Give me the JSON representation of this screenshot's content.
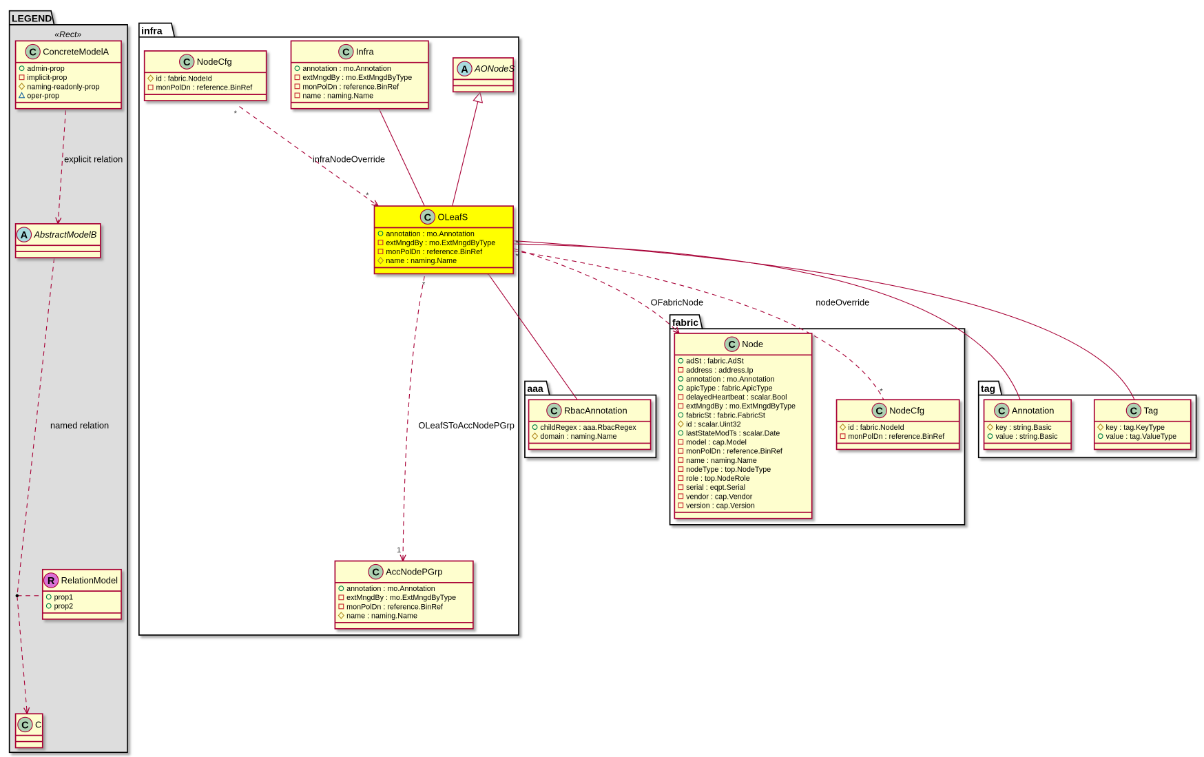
{
  "legend": {
    "title": "LEGEND",
    "stereotype": "«Rect»",
    "classes": {
      "concrete": {
        "kind": "C",
        "name": "ConcreteModelA",
        "attributes": [
          {
            "vis": "+",
            "text": "admin-prop"
          },
          {
            "vis": "-",
            "text": "implicit-prop"
          },
          {
            "vis": "#",
            "text": "naming-readonly-prop"
          },
          {
            "vis": "~",
            "text": "oper-prop"
          }
        ]
      },
      "abstract": {
        "kind": "A",
        "name": "AbstractModelB",
        "attributes": []
      },
      "relation": {
        "kind": "R",
        "name": "RelationModel",
        "attributes": [
          {
            "vis": "+",
            "text": "prop1"
          },
          {
            "vis": "+",
            "text": "prop2"
          }
        ]
      },
      "c": {
        "kind": "C",
        "name": "C",
        "attributes": []
      }
    },
    "edge_labels": {
      "explicit": "explicit relation",
      "named": "named relation"
    }
  },
  "packages": {
    "infra": "infra",
    "aaa": "aaa",
    "fabric": "fabric",
    "tag": "tag"
  },
  "classes": {
    "infraNodeCfg": {
      "kind": "C",
      "name": "NodeCfg",
      "attributes": [
        {
          "vis": "#",
          "text": "id : fabric.NodeId"
        },
        {
          "vis": "-",
          "text": "monPolDn : reference.BinRef"
        }
      ]
    },
    "infra": {
      "kind": "C",
      "name": "Infra",
      "attributes": [
        {
          "vis": "+",
          "text": "annotation : mo.Annotation"
        },
        {
          "vis": "-",
          "text": "extMngdBy : mo.ExtMngdByType"
        },
        {
          "vis": "-",
          "text": "monPolDn : reference.BinRef"
        },
        {
          "vis": "-",
          "text": "name : naming.Name"
        }
      ]
    },
    "aonodes": {
      "kind": "A",
      "name": "AONodeS",
      "attributes": []
    },
    "oleafs": {
      "kind": "C",
      "name": "OLeafS",
      "highlight": true,
      "attributes": [
        {
          "vis": "+",
          "text": "annotation : mo.Annotation"
        },
        {
          "vis": "-",
          "text": "extMngdBy : mo.ExtMngdByType"
        },
        {
          "vis": "-",
          "text": "monPolDn : reference.BinRef"
        },
        {
          "vis": "#",
          "text": "name : naming.Name"
        }
      ]
    },
    "accnodepgrp": {
      "kind": "C",
      "name": "AccNodePGrp",
      "attributes": [
        {
          "vis": "+",
          "text": "annotation : mo.Annotation"
        },
        {
          "vis": "-",
          "text": "extMngdBy : mo.ExtMngdByType"
        },
        {
          "vis": "-",
          "text": "monPolDn : reference.BinRef"
        },
        {
          "vis": "#",
          "text": "name : naming.Name"
        }
      ]
    },
    "rbac": {
      "kind": "C",
      "name": "RbacAnnotation",
      "attributes": [
        {
          "vis": "+",
          "text": "childRegex : aaa.RbacRegex"
        },
        {
          "vis": "#",
          "text": "domain : naming.Name"
        }
      ]
    },
    "node": {
      "kind": "C",
      "name": "Node",
      "attributes": [
        {
          "vis": "+",
          "text": "adSt : fabric.AdSt"
        },
        {
          "vis": "-",
          "text": "address : address.Ip"
        },
        {
          "vis": "+",
          "text": "annotation : mo.Annotation"
        },
        {
          "vis": "+",
          "text": "apicType : fabric.ApicType"
        },
        {
          "vis": "-",
          "text": "delayedHeartbeat : scalar.Bool"
        },
        {
          "vis": "-",
          "text": "extMngdBy : mo.ExtMngdByType"
        },
        {
          "vis": "+",
          "text": "fabricSt : fabric.FabricSt"
        },
        {
          "vis": "#",
          "text": "id : scalar.Uint32"
        },
        {
          "vis": "+",
          "text": "lastStateModTs : scalar.Date"
        },
        {
          "vis": "-",
          "text": "model : cap.Model"
        },
        {
          "vis": "-",
          "text": "monPolDn : reference.BinRef"
        },
        {
          "vis": "-",
          "text": "name : naming.Name"
        },
        {
          "vis": "-",
          "text": "nodeType : top.NodeType"
        },
        {
          "vis": "-",
          "text": "role : top.NodeRole"
        },
        {
          "vis": "-",
          "text": "serial : eqpt.Serial"
        },
        {
          "vis": "-",
          "text": "vendor : cap.Vendor"
        },
        {
          "vis": "-",
          "text": "version : cap.Version"
        }
      ]
    },
    "fabricNodeCfg": {
      "kind": "C",
      "name": "NodeCfg",
      "attributes": [
        {
          "vis": "#",
          "text": "id : fabric.NodeId"
        },
        {
          "vis": "-",
          "text": "monPolDn : reference.BinRef"
        }
      ]
    },
    "annotation": {
      "kind": "C",
      "name": "Annotation",
      "attributes": [
        {
          "vis": "#",
          "text": "key : string.Basic"
        },
        {
          "vis": "+",
          "text": "value : string.Basic"
        }
      ]
    },
    "tag": {
      "kind": "C",
      "name": "Tag",
      "attributes": [
        {
          "vis": "#",
          "text": "key : tag.KeyType"
        },
        {
          "vis": "+",
          "text": "value : tag.ValueType"
        }
      ]
    }
  },
  "edges": {
    "infraNodeOverride": {
      "label": "infraNodeOverride",
      "src_mult": "*",
      "dst_mult": "*"
    },
    "accNodePGrp": {
      "label": "OLeafSToAccNodePGrp",
      "src_mult": "*",
      "dst_mult": "1"
    },
    "fabricNode": {
      "label": "OFabricNode",
      "src_mult": "*"
    },
    "nodeOverride": {
      "label": "nodeOverride",
      "src_mult": "*",
      "dst_mult": "*"
    }
  },
  "colors": {
    "border": "#A80036",
    "classFill": "#FEFECE",
    "highlight": "#FFFF00",
    "legendFill": "#DDDDDD",
    "circleC": "#ADD1B2",
    "circleA": "#A9DCDF",
    "circleR": "#DA70D6",
    "visPublic": "#038048",
    "visPrivate": "#C82930",
    "visProtected": "#B38D22",
    "visPackage": "#1963A0"
  }
}
